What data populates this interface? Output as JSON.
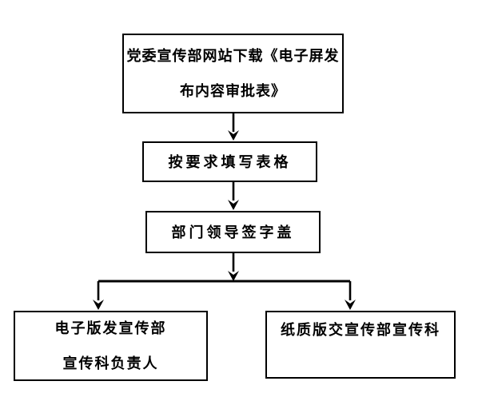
{
  "page": {
    "background_color": "#ffffff",
    "line_color": "#000000",
    "text_color": "#000000"
  },
  "flowchart": {
    "nodes": [
      {
        "id": "download-form",
        "lines": [
          "党委宣传部网站下载《电子屏发",
          "布内容审批表》"
        ]
      },
      {
        "id": "fill-form",
        "lines": [
          "按要求填写表格"
        ]
      },
      {
        "id": "leader-sign",
        "lines": [
          "部门领导签字盖"
        ]
      },
      {
        "id": "electronic-copy",
        "lines": [
          "电子版发宣传部",
          "宣传科负责人"
        ]
      },
      {
        "id": "paper-copy",
        "lines": [
          "纸质版交宣传部宣传科"
        ]
      }
    ],
    "edges": [
      {
        "from": "download-form",
        "to": "fill-form"
      },
      {
        "from": "fill-form",
        "to": "leader-sign"
      },
      {
        "from": "leader-sign",
        "to": "electronic-copy"
      },
      {
        "from": "leader-sign",
        "to": "paper-copy"
      }
    ]
  }
}
